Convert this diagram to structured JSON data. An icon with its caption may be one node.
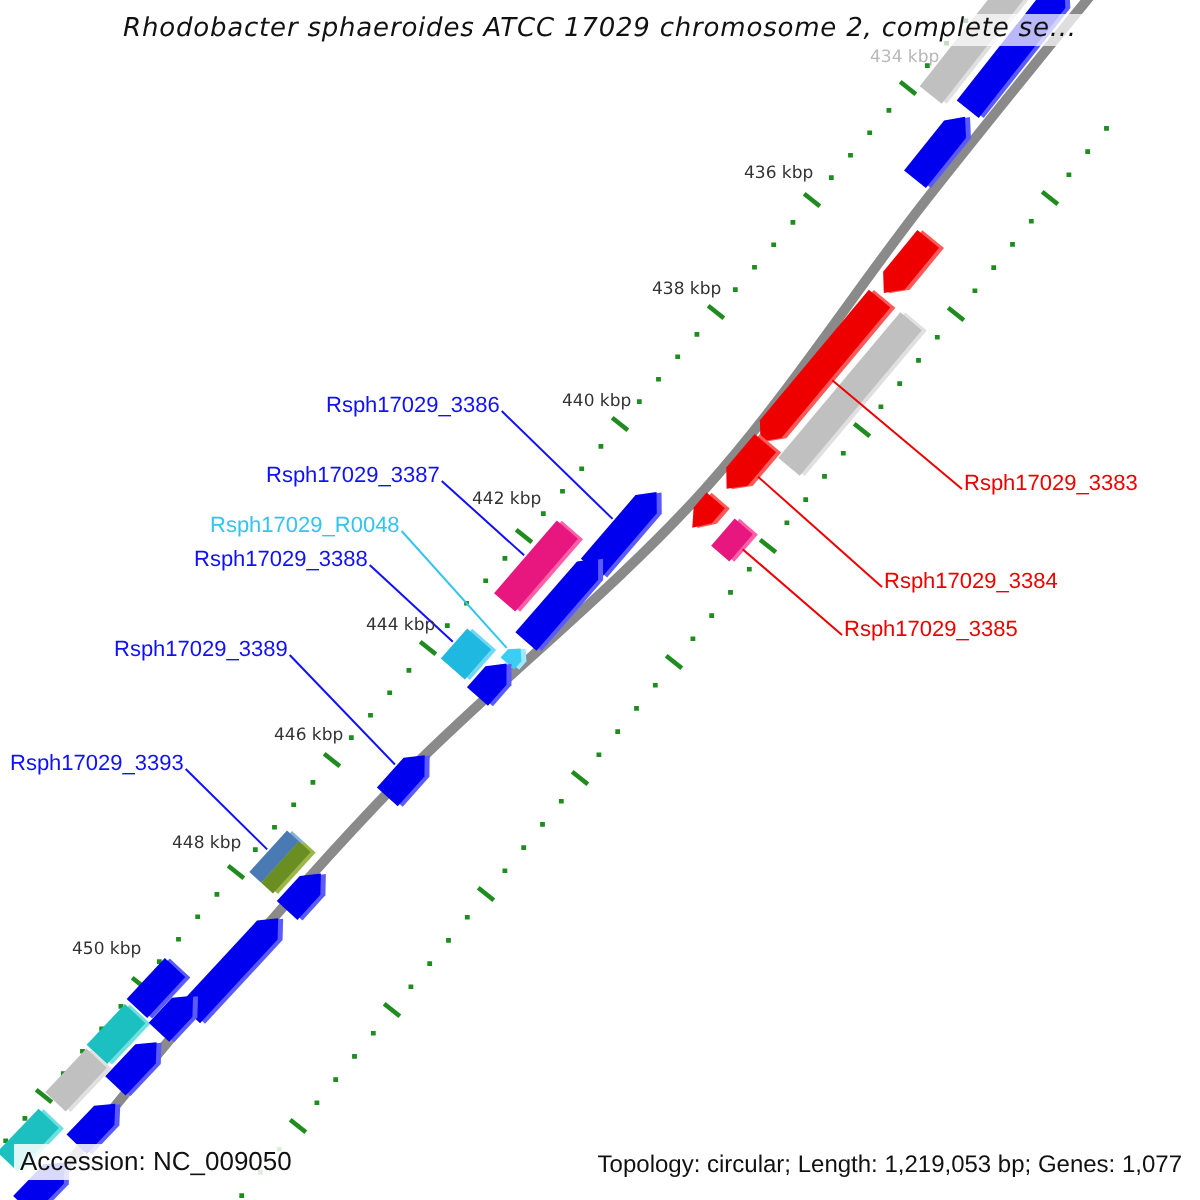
{
  "diagram": {
    "title": "Rhodobacter sphaeroides ATCC 17029 chromosome 2, complete se...",
    "nodes": [
      {
        "text": [
          "Rsph17029_3386"
        ]
      },
      {
        "text": [
          "Rsph17029_3387"
        ]
      },
      {
        "text": [
          "Rsph17029_3383"
        ]
      },
      {
        "text": [
          "Rsph17029_R0048"
        ]
      },
      {
        "text": [
          "Rsph17029_3388"
        ]
      },
      {
        "text": [
          "Rsph17029_3384"
        ]
      },
      {
        "text": [
          "Rsph17029_3385"
        ]
      },
      {
        "text": [
          "Rsph17029_3389"
        ]
      },
      {
        "text": [
          "Rsph17029_3393"
        ]
      },
      {
        "text": [],
        "shape": "arrow"
      },
      {
        "text": [],
        "shape": "box"
      },
      {
        "text": [],
        "shape": "arrow"
      },
      {
        "text": [],
        "shape": "arrow"
      },
      {
        "text": [],
        "shape": "box"
      },
      {
        "text": [],
        "shape": "arrow"
      },
      {
        "text": [],
        "shape": "box"
      },
      {
        "text": [],
        "shape": "arrow"
      },
      {
        "text": [],
        "shape": "box"
      },
      {
        "text": [],
        "shape": "box"
      },
      {
        "text": [],
        "shape": "arrow"
      },
      {
        "text": [],
        "shape": "arrow"
      },
      {
        "text": [],
        "shape": "arrow"
      },
      {
        "text": [],
        "shape": "arrow"
      },
      {
        "text": [],
        "shape": "box"
      },
      {
        "text": [],
        "shape": "arrow"
      },
      {
        "text": [],
        "shape": "arrow"
      },
      {
        "text": [],
        "shape": "arrow"
      },
      {
        "text": [],
        "shape": "arrow"
      },
      {
        "text": [],
        "shape": "box"
      },
      {
        "text": [],
        "shape": "box"
      },
      {
        "text": [],
        "shape": "box"
      },
      {
        "text": [],
        "shape": "box"
      },
      {
        "text": [],
        "shape": "arrow"
      },
      {
        "text": [],
        "shape": "arrow"
      },
      {
        "text": [],
        "shape": "arrow"
      },
      {
        "text": [],
        "shape": "arrow"
      }
    ],
    "edges": [
      {
        "from": 0,
        "to": 9,
        "arrow": "none"
      },
      {
        "from": 1,
        "to": 10,
        "arrow": "none"
      },
      {
        "from": 2,
        "to": 11,
        "arrow": "none",
        "color": "#ee0000"
      },
      {
        "from": 3,
        "to": 12,
        "arrow": "none",
        "color": "#33c4f2"
      },
      {
        "from": 4,
        "to": 13,
        "arrow": "none"
      },
      {
        "from": 5,
        "to": 14,
        "arrow": "none",
        "color": "#ee0000"
      },
      {
        "from": 6,
        "to": 15,
        "arrow": "none",
        "color": "#ee0000"
      },
      {
        "from": 7,
        "to": 16,
        "arrow": "none"
      },
      {
        "from": 8,
        "to": 17,
        "arrow": "none"
      }
    ],
    "labels": [
      "434 kbp",
      "436 kbp",
      "438 kbp",
      "440 kbp",
      "442 kbp",
      "444 kbp",
      "446 kbp",
      "448 kbp",
      "450 kbp",
      "Accession: NC_009050",
      "Topology: circular; Length: 1,219,053 bp; Genes: 1,077"
    ]
  }
}
